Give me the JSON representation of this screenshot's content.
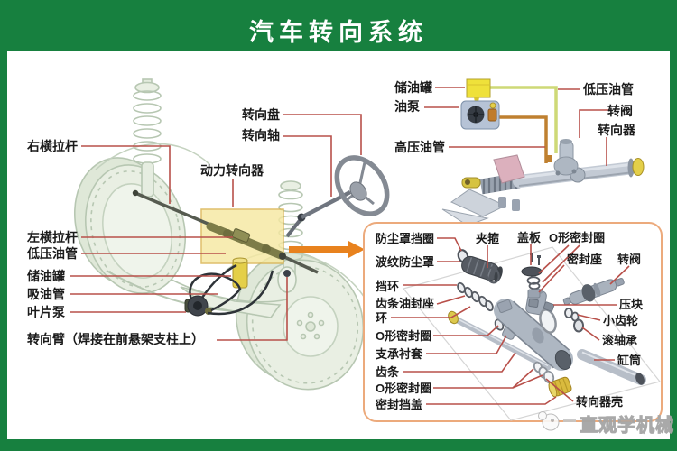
{
  "title": "汽车转向系统",
  "watermark": {
    "text": "直观学机械"
  },
  "colors": {
    "frame_green": "#17803f",
    "leader_line": "#b8504a",
    "exploded_box_border": "#ecaa7c",
    "highlight_fill": "#f6e9a2",
    "highlight_border": "#d9b24c",
    "arrow_orange": "#e8821e",
    "low_pressure_pipe": "#ced977",
    "high_pressure_pipe": "#bf8030",
    "reservoir_yellow": "#efe13a"
  },
  "main_labels": [
    {
      "id": "right-tie-rod",
      "text": "右横拉杆"
    },
    {
      "id": "left-tie-rod",
      "text": "左横拉杆"
    },
    {
      "id": "low-pressure-hose",
      "text": "低压油管"
    },
    {
      "id": "oil-reservoir",
      "text": "储油罐"
    },
    {
      "id": "suction-hose",
      "text": "吸油管"
    },
    {
      "id": "vane-pump",
      "text": "叶片泵"
    },
    {
      "id": "steering-arm",
      "text": "转向臂（焊接在前悬架支柱上）"
    },
    {
      "id": "steering-wheel",
      "text": "转向盘"
    },
    {
      "id": "steering-shaft",
      "text": "转向轴"
    },
    {
      "id": "power-steering-gear",
      "text": "动力转向器"
    }
  ],
  "schematic_labels": [
    {
      "id": "reservoir",
      "text": "储油罐"
    },
    {
      "id": "oil-pump",
      "text": "油泵"
    },
    {
      "id": "high-pressure-pipe",
      "text": "高压油管"
    },
    {
      "id": "low-pressure-pipe",
      "text": "低压油管"
    },
    {
      "id": "rotary-valve",
      "text": "转阀"
    },
    {
      "id": "steering-gear",
      "text": "转向器"
    }
  ],
  "exploded_labels": [
    {
      "id": "dust-boot-retaining-ring",
      "text": "防尘罩挡圈"
    },
    {
      "id": "corrugated-dust-boot",
      "text": "波纹防尘罩"
    },
    {
      "id": "retaining-ring",
      "text": "挡环"
    },
    {
      "id": "rack-oil-seal-seat",
      "text": "齿条油封座"
    },
    {
      "id": "rack-oil-seal-seat-ring",
      "text": "环"
    },
    {
      "id": "o-ring-left-1",
      "text": "O形密封圈"
    },
    {
      "id": "support-bushing",
      "text": "支承衬套"
    },
    {
      "id": "rack-bar",
      "text": "齿条"
    },
    {
      "id": "o-ring-left-2",
      "text": "O形密封圈"
    },
    {
      "id": "seal-end-cover",
      "text": "密封挡盖"
    },
    {
      "id": "clamp",
      "text": "夹箍"
    },
    {
      "id": "cover-plate",
      "text": "盖板"
    },
    {
      "id": "o-ring-top",
      "text": "O形密封圈"
    },
    {
      "id": "seal-seat",
      "text": "密封座"
    },
    {
      "id": "rotary-valve-part",
      "text": "转阀"
    },
    {
      "id": "pressure-block",
      "text": "压块"
    },
    {
      "id": "pinion",
      "text": "小齿轮"
    },
    {
      "id": "roller-bearing",
      "text": "滚轴承"
    },
    {
      "id": "cylinder-tube",
      "text": "缸筒"
    },
    {
      "id": "steering-gear-housing",
      "text": "转向器壳"
    }
  ]
}
